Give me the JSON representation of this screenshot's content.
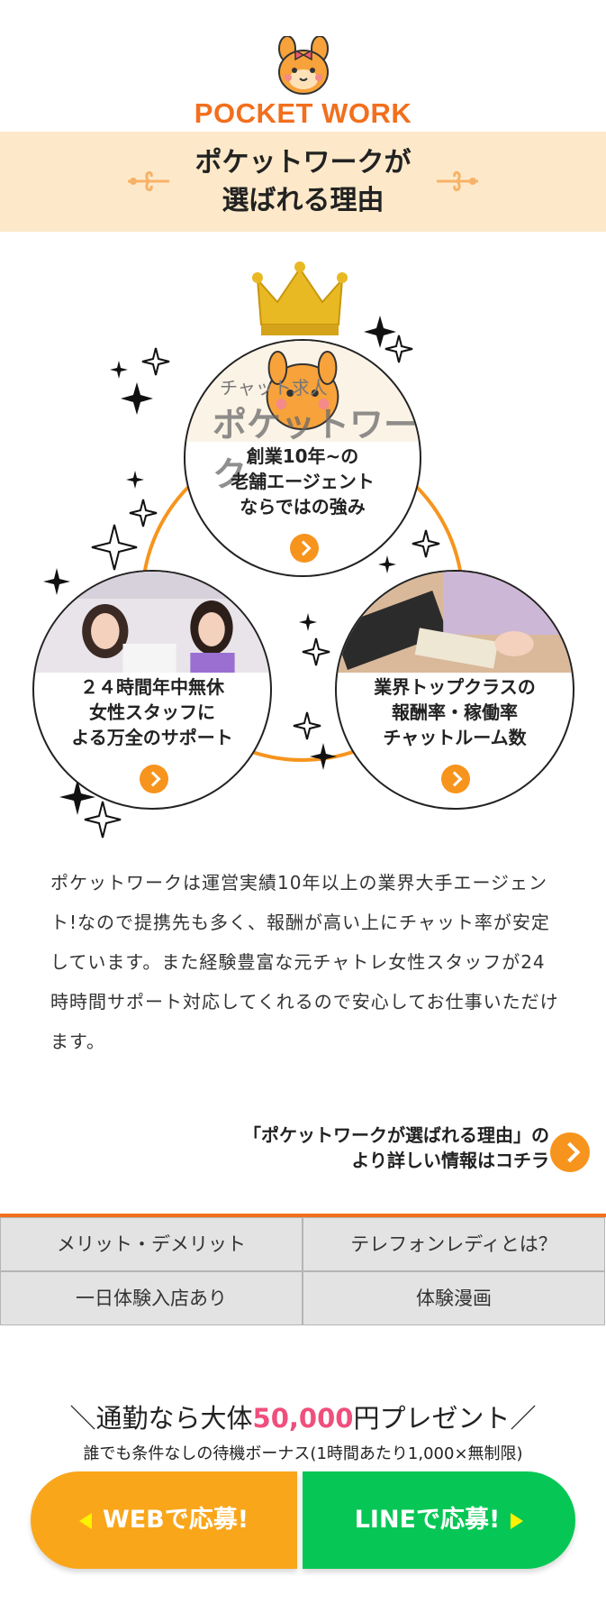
{
  "header": {
    "brand": "POCKET WORK",
    "title_line1": "ポケットワークが",
    "title_line2": "選ばれる理由"
  },
  "reasons": [
    {
      "lines": [
        "創業10年~の",
        "老舗エージェント",
        "ならではの強み"
      ],
      "photo_caption": "ポケットワーク",
      "photo_tag": "チャット求人"
    },
    {
      "lines": [
        "２４時間年中無休",
        "女性スタッフに",
        "よる万全のサポート"
      ]
    },
    {
      "lines": [
        "業界トップクラスの",
        "報酬率・稼働率",
        "チャットルーム数"
      ]
    }
  ],
  "description": "ポケットワークは運営実績10年以上の業界大手エージェント!なので提携先も多く、報酬が高い上にチャット率が安定しています。また経験豊富な元チャトレ女性スタッフが24時時間サポート対応してくれるので安心してお仕事いただけます。",
  "more_link": {
    "line1": "「ポケットワークが選ばれる理由」の",
    "line2": "より詳しい情報はコチラ"
  },
  "nav": [
    "メリット・デメリット",
    "テレフォンレディとは？",
    "一日体験入店あり",
    "体験漫画"
  ],
  "promo": {
    "prefix": "＼通勤なら大体",
    "amount": "50,000",
    "suffix": "円プレゼント／",
    "sub": "誰でも条件なしの待機ボーナス(1時間あたり1,000×無制限)"
  },
  "cta": {
    "web_label": "WEBで応募!",
    "line_label": "LINEで応募!"
  },
  "colors": {
    "brand_orange": "#f26f1d",
    "button_orange": "#f7941d",
    "title_band": "#fde9c9",
    "web_button": "#f9a61b",
    "line_button": "#06c755",
    "highlight_pink": "#ef4f7c"
  }
}
